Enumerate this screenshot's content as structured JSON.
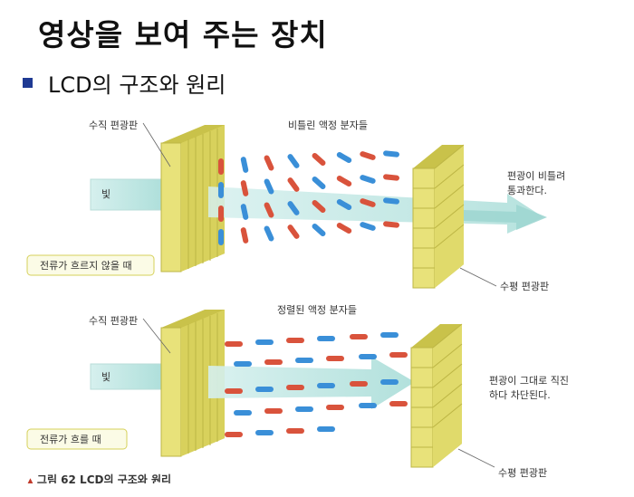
{
  "slide": {
    "title": "영상을 보여 주는 장치",
    "bullet": "LCD의 구조와 원리"
  },
  "figure": {
    "top_panel": {
      "polarizer_vertical": "수직 편광판",
      "molecules": "비틀린 액정 분자들",
      "light": "빛",
      "result_line1": "편광이 비틀려",
      "result_line2": "통과한다.",
      "condition": "전류가 흐르지 않을 때",
      "polarizer_horizontal": "수평 편광판"
    },
    "bottom_panel": {
      "polarizer_vertical": "수직 편광판",
      "molecules": "정렬된 액정 분자들",
      "light": "빛",
      "result_line1": "편광이 그대로 직진",
      "result_line2": "하다 차단된다.",
      "condition": "전류가 흐를 때",
      "polarizer_horizontal": "수평 편광판"
    },
    "caption": "그림 62 LCD의 구조와 원리"
  },
  "colors": {
    "polarizer": "#e8e27a",
    "red_molecule": "#d9533c",
    "blue_molecule": "#3a8fd8",
    "light_beam": "#bfe7e3",
    "bullet": "#1f3a93"
  }
}
